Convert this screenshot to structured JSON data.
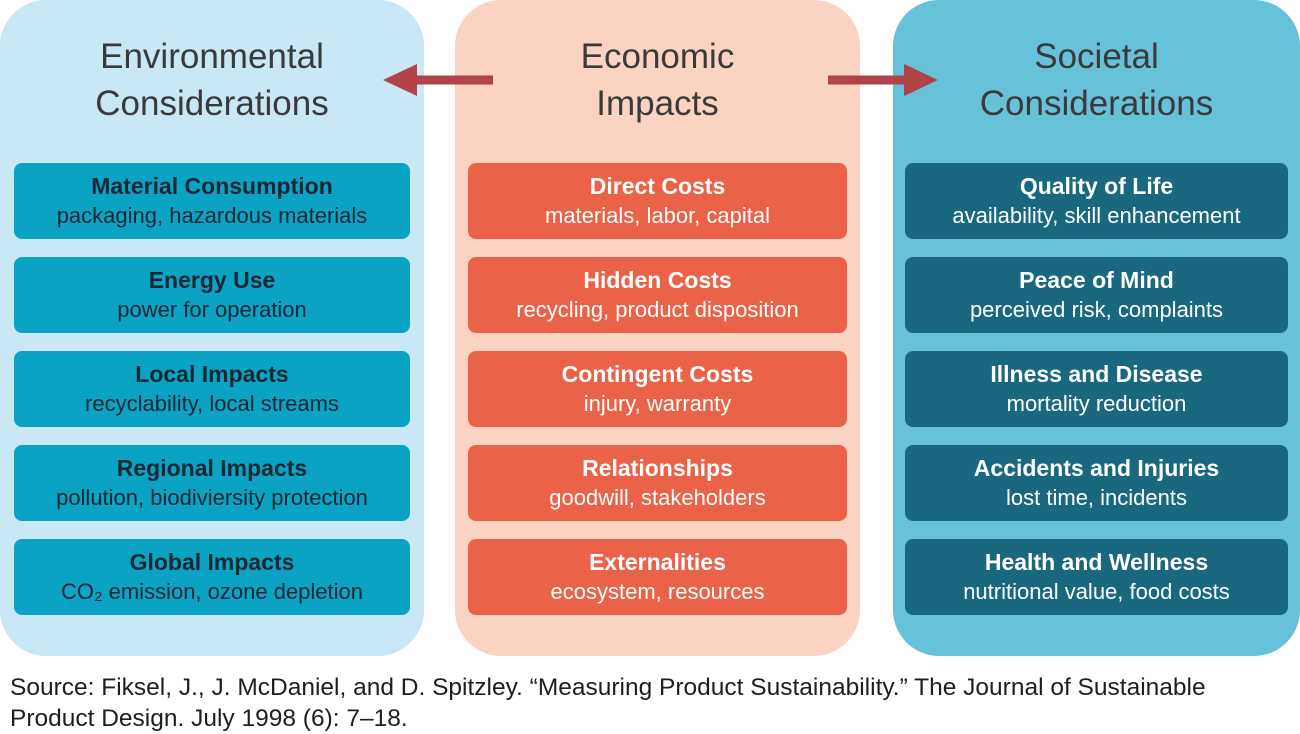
{
  "colors": {
    "env_panel": "#c9e7f4",
    "env_box": "#0aa3c4",
    "env_box_text": "#1b2733",
    "eco_panel": "#fbd3c3",
    "eco_box": "#ea6248",
    "soc_panel": "#67c1d9",
    "soc_box": "#1a687f",
    "light_box_text": "#ffffff",
    "arrow": "#b2434a",
    "title_text": "#3a3a3a"
  },
  "columns": [
    {
      "title": "Environmental\nConsiderations",
      "boxes": [
        {
          "heading": "Material Consumption",
          "detail": "packaging, hazardous materials"
        },
        {
          "heading": "Energy Use",
          "detail": "power for operation"
        },
        {
          "heading": "Local Impacts",
          "detail": "recyclability, local streams"
        },
        {
          "heading": "Regional Impacts",
          "detail": "pollution, biodiviersity protection"
        },
        {
          "heading": "Global Impacts",
          "detail": "CO₂ emission, ozone depletion"
        }
      ]
    },
    {
      "title": "Economic\nImpacts",
      "boxes": [
        {
          "heading": "Direct Costs",
          "detail": "materials, labor, capital"
        },
        {
          "heading": "Hidden Costs",
          "detail": "recycling, product disposition"
        },
        {
          "heading": "Contingent Costs",
          "detail": "injury, warranty"
        },
        {
          "heading": "Relationships",
          "detail": "goodwill, stakeholders"
        },
        {
          "heading": "Externalities",
          "detail": "ecosystem, resources"
        }
      ]
    },
    {
      "title": "Societal\nConsiderations",
      "boxes": [
        {
          "heading": "Quality of Life",
          "detail": "availability, skill enhancement"
        },
        {
          "heading": "Peace of Mind",
          "detail": "perceived risk, complaints"
        },
        {
          "heading": "Illness and Disease",
          "detail": "mortality reduction"
        },
        {
          "heading": "Accidents and Injuries",
          "detail": "lost time, incidents"
        },
        {
          "heading": "Health and Wellness",
          "detail": "nutritional value, food costs"
        }
      ]
    }
  ],
  "footer": {
    "source": "Source: Fiksel, J., J. McDaniel, and D. Spitzley. “Measuring Product Sustainability.” The Journal of Sustainable Product Design. July 1998 (6): 7–18."
  }
}
